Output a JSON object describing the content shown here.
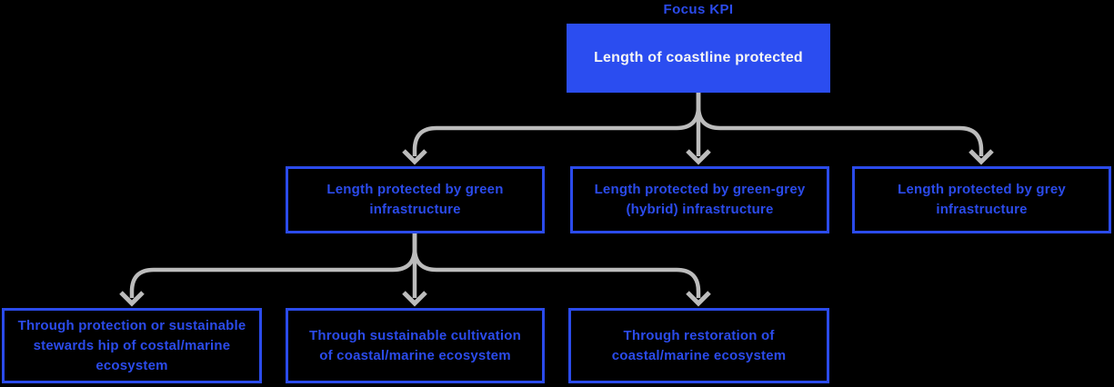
{
  "colors": {
    "accent_blue": "#2B4BEB",
    "node_fill_blue": "#2B4DF0",
    "connector_grey": "#BCBCBC",
    "background": "#000000",
    "node_text_white": "#F6F6F6"
  },
  "diagram": {
    "focus_label": "Focus KPI",
    "root": {
      "label": "Length of coastline protected"
    },
    "level2": [
      {
        "label": "Length protected by green infrastructure"
      },
      {
        "label": "Length protected by green-grey (hybrid) infrastructure"
      },
      {
        "label": "Length protected by grey infrastructure"
      }
    ],
    "level3": [
      {
        "label": "Through protection or sustainable stewards hip of costal/marine ecosystem"
      },
      {
        "label": "Through sustainable cultivation of coastal/marine ecosystem"
      },
      {
        "label": "Through restoration of coastal/marine ecosystem"
      }
    ]
  }
}
